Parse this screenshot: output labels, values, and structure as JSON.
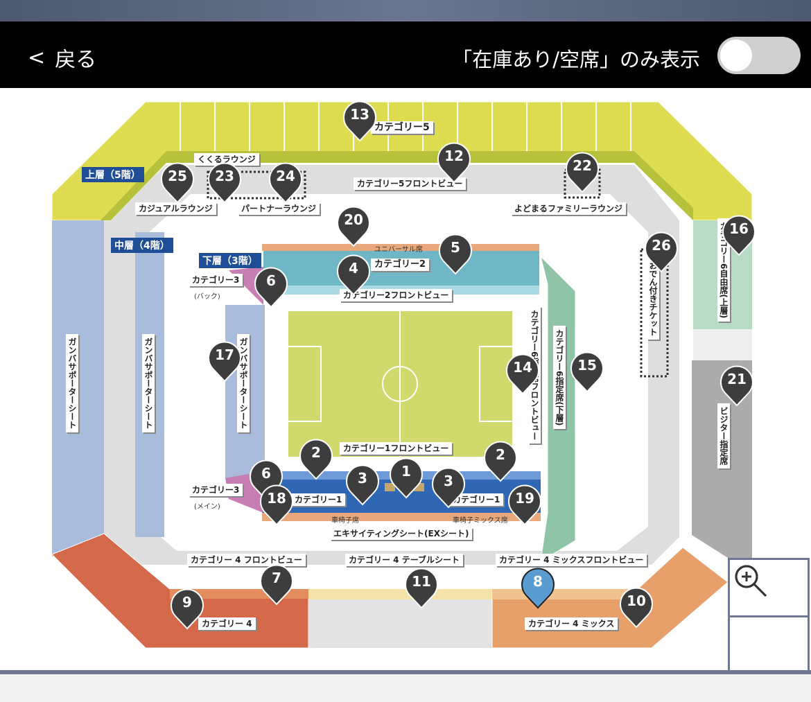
{
  "header": {
    "back_label": "戻る",
    "filter_label": "「在庫あり/空席」のみ表示",
    "filter_enabled": false
  },
  "floors": {
    "upper": "上層（5階）",
    "middle": "中層（4階）",
    "lower": "下層（3階）"
  },
  "labels": {
    "cat5": "カテゴリー5",
    "cat5_front": "カテゴリー5フロントビュー",
    "kukuru": "くくるラウンジ",
    "casual": "カジュアルラウンジ",
    "partner": "パートナーラウンジ",
    "yodomaru": "よどまるファミリーラウンジ",
    "universal": "ユニバーサル席",
    "cat2": "カテゴリー2",
    "cat2_front": "カテゴリー2フロントビュー",
    "cat3_back": "カテゴリー3",
    "cat3_back_sub": "(バック)",
    "gamba1": "ガンバサポーターシート",
    "gamba2": "ガンバサポーターシート",
    "gamba3": "ガンバサポーターシート",
    "cat6_front": "カテゴリー6指定席フロントビュー",
    "cat6_lower": "カテゴリー6指定席(下層)",
    "oden": "おでん付きチケット",
    "cat6_upper": "カテゴリー6自由席(上層)",
    "visitor": "ビジター指定席",
    "cat1_front": "カテゴリー1フロントビュー",
    "cat3_main": "カテゴリー3",
    "cat3_main_sub": "(メイン)",
    "cat1_left": "カテゴリー1",
    "cat1_right": "カテゴリー1",
    "wheelchair": "車椅子席",
    "wheelchair_mix": "車椅子ミックス席",
    "ex_seat": "エキサイティングシート(EXシート)",
    "cat4_front": "カテゴリー 4 フロントビュー",
    "cat4_table": "カテゴリー 4 テーブルシート",
    "cat4_mix_front": "カテゴリー 4 ミックスフロントビュー",
    "cat4": "カテゴリー 4",
    "cat4_mix": "カテゴリー 4 ミックス"
  },
  "pins": [
    "13",
    "12",
    "25",
    "23",
    "24",
    "22",
    "20",
    "5",
    "4",
    "6",
    "26",
    "16",
    "17",
    "14",
    "15",
    "21",
    "2",
    "2",
    "1",
    "3",
    "3",
    "6",
    "18",
    "19",
    "7",
    "11",
    "8",
    "9",
    "10"
  ],
  "selected_pin": "8",
  "colors": {
    "pin": "#3d3d3d",
    "pin_selected": "#5a9bd0"
  },
  "zoom": {
    "in_icon": "zoom-in-icon",
    "out_icon": "zoom-out-icon"
  }
}
